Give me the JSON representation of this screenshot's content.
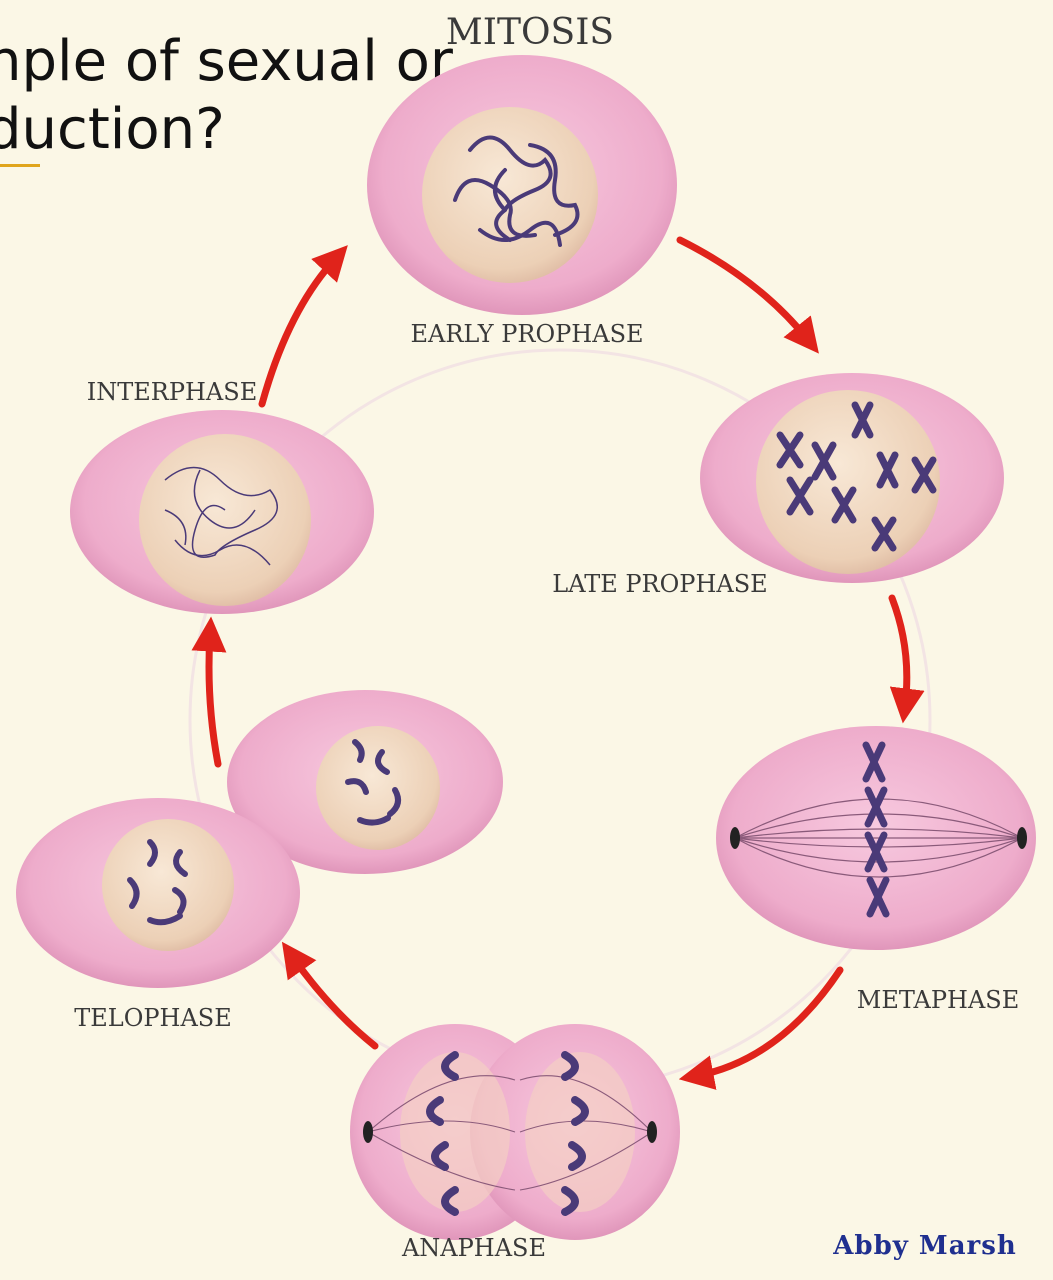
{
  "slide": {
    "title_line_1": "nple of sexual or",
    "title_line_2": "duction?"
  },
  "diagram": {
    "title": "MITOSIS",
    "phases": {
      "early_prophase": "EARLY PROPHASE",
      "late_prophase": "LATE PROPHASE",
      "metaphase": "METAPHASE",
      "anaphase": "ANAPHASE",
      "telophase": "TELOPHASE",
      "interphase": "INTERPHASE"
    },
    "credit": "Abby Marsh"
  },
  "colors": {
    "background": "#fbf7e6",
    "cell": "#efb1cf",
    "nucleus": "#f2d9bf",
    "chromosome": "#4a3a78",
    "arrow": "#e0231b",
    "credit": "#1f2f8f"
  }
}
